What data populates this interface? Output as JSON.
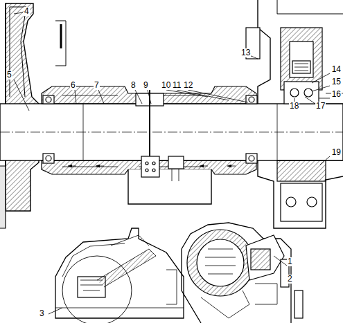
{
  "diagram": {
    "labels": [
      "4",
      "5",
      "6",
      "7",
      "8",
      "9",
      "10",
      "11",
      "12",
      "13",
      "14",
      "15",
      "16",
      "17",
      "18",
      "19",
      "1",
      "2",
      "3"
    ]
  }
}
